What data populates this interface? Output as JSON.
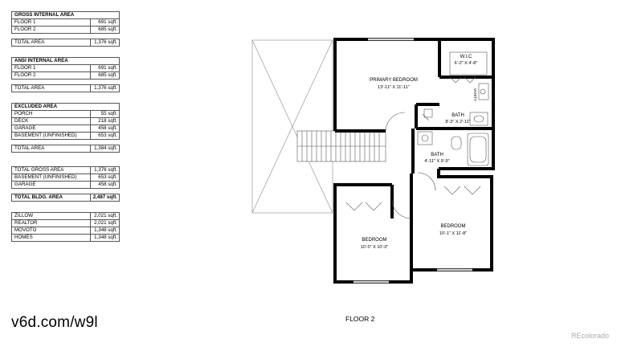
{
  "tables": {
    "gross": {
      "title": "GROSS INTERNAL AREA",
      "rows": [
        {
          "label": "FLOOR 1",
          "value": "691 sqft."
        },
        {
          "label": "FLOOR 2",
          "value": "685 sqft."
        }
      ],
      "total": {
        "label": "TOTAL AREA",
        "value": "1,376 sqft."
      }
    },
    "ansi": {
      "title": "ANSI INTERNAL AREA",
      "rows": [
        {
          "label": "FLOOR 1",
          "value": "691 sqft."
        },
        {
          "label": "FLOOR 2",
          "value": "685 sqft."
        }
      ],
      "total": {
        "label": "TOTAL AREA",
        "value": "1,376 sqft."
      }
    },
    "excluded": {
      "title": "EXCLUDED AREA",
      "rows": [
        {
          "label": "PORCH",
          "value": "55 sqft."
        },
        {
          "label": "DECK",
          "value": "218 sqft."
        },
        {
          "label": "GARAGE",
          "value": "458 sqft."
        },
        {
          "label": "BASEMENT (UNFINISHED)",
          "value": "653 sqft."
        }
      ],
      "total": {
        "label": "TOTAL AREA",
        "value": "1,384 sqft."
      }
    },
    "summary": {
      "rows": [
        {
          "label": "TOTAL GROSS AREA",
          "value": "1,376 sqft."
        },
        {
          "label": "BASEMENT (UNFINISHED)",
          "value": "653 sqft."
        },
        {
          "label": "GARAGE",
          "value": "458 sqft."
        }
      ],
      "total": {
        "label": "TOTAL BLDG. AREA",
        "value": "2,487 sqft."
      }
    },
    "sites": {
      "rows": [
        {
          "label": "ZILLOW",
          "value": "2,021 sqft."
        },
        {
          "label": "REALTOR",
          "value": "2,021 sqft."
        },
        {
          "label": "MOVOTO",
          "value": "1,348 sqft."
        },
        {
          "label": "HOMES",
          "value": "1,348 sqft."
        }
      ]
    }
  },
  "rooms": {
    "primary_bedroom": {
      "name": "PRIMARY BEDROOM",
      "dims": "13'-11\" X 11'-11\""
    },
    "wic": {
      "name": "W.I.C",
      "dims": "6'-2\" X 4'-8\""
    },
    "vanity": {
      "name": "VANITY"
    },
    "bath1": {
      "name": "BATH",
      "dims": "8'-3\" X 2'-11\""
    },
    "bath2": {
      "name": "BATH",
      "dims": "4'-11\" X 9'-9\""
    },
    "bedroom1": {
      "name": "BEDROOM",
      "dims": "10'-1\" X 11'-8\""
    },
    "bedroom2": {
      "name": "BEDROOM",
      "dims": "10'-0\" X 10'-0\""
    }
  },
  "floor_label": "FLOOR 2",
  "url": "v6d.com/w9l",
  "watermark": "REcolorado",
  "colors": {
    "wall": "#000000",
    "line": "#555555",
    "watermark": "#aaaaaa"
  }
}
